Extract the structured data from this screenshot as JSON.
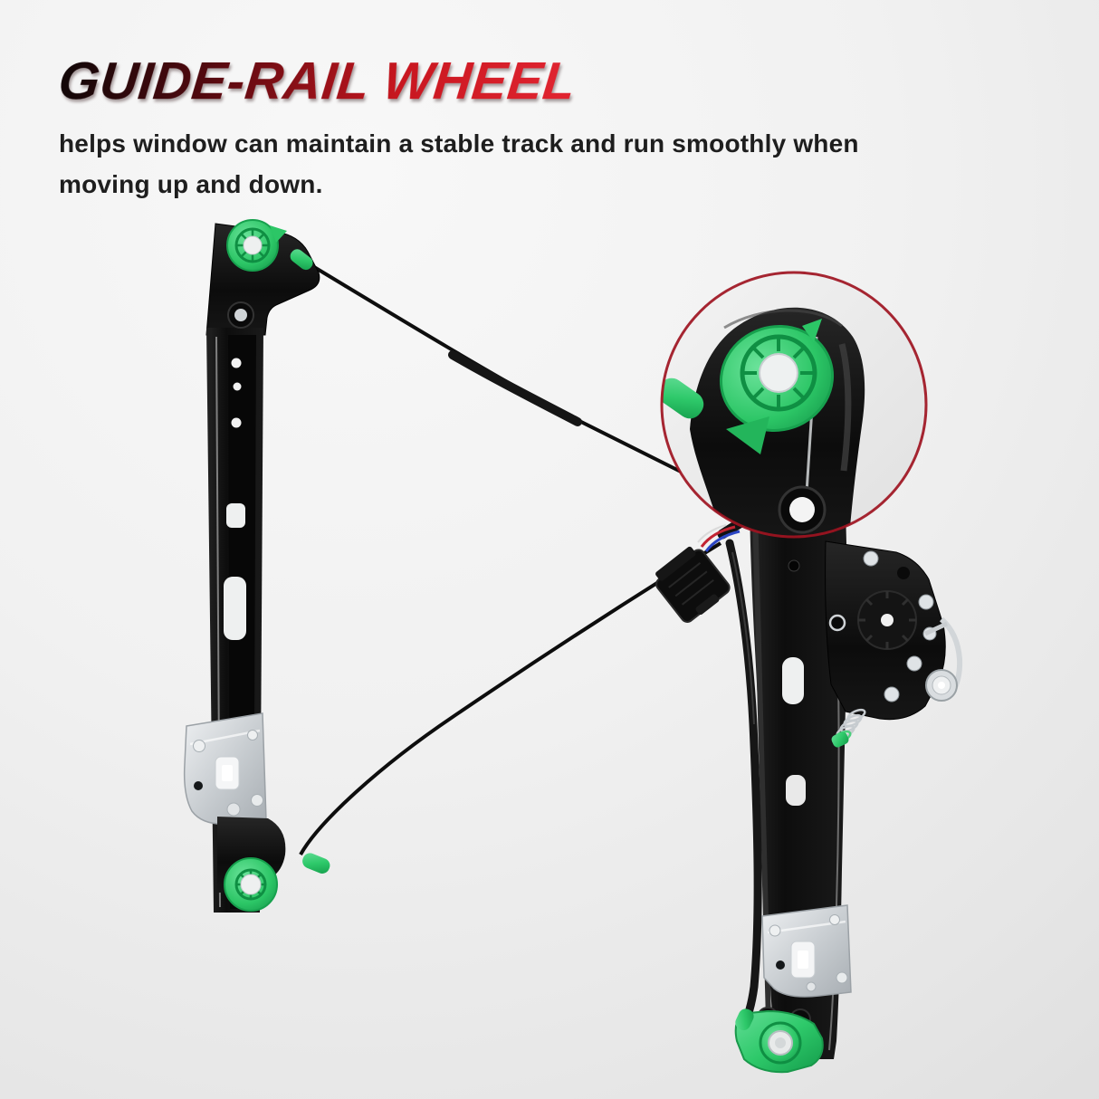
{
  "header": {
    "title": "GUIDE-RAIL WHEEL",
    "title_gradient": [
      "#140708",
      "#51090f",
      "#c8161f",
      "#e02430"
    ],
    "description_lines": [
      "helps window can maintain a stable track and run smoothly when",
      "moving up and down."
    ],
    "text_color": "#1e1e1e"
  },
  "figure": {
    "type": "product-photo",
    "subject": "power window regulator with green guide-rail wheels, cables, motor mount plate and magnified circular callout of the guide-rail wheel",
    "colors": {
      "rail_black": "#101010",
      "wheel_green": "#2ec96a",
      "wheel_green_dark": "#129a47",
      "bracket_silver": "#ccd1d4",
      "magnifier_ring_red": "#9e1321",
      "wire_red": "#c22433",
      "wire_blue": "#2b46c4",
      "background_light": "#f6f6f6",
      "background_dark": "#dadada"
    }
  }
}
